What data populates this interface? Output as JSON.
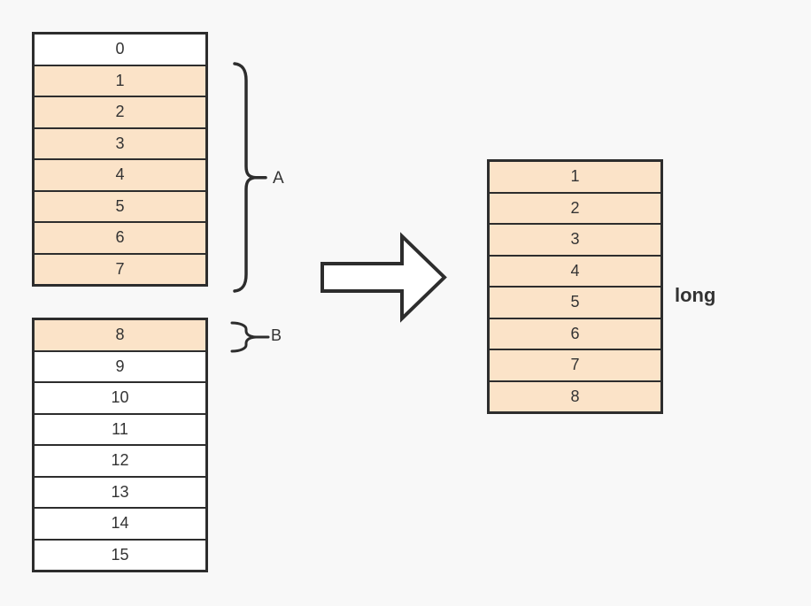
{
  "diagram": {
    "colors": {
      "background": "#f8f8f8",
      "highlight_fill": "#fbe3c8",
      "plain_fill": "#ffffff",
      "line": "#2d2d2d",
      "text": "#333333"
    },
    "tables": {
      "top_left": {
        "rows": [
          {
            "label": "0",
            "highlight": false
          },
          {
            "label": "1",
            "highlight": true
          },
          {
            "label": "2",
            "highlight": true
          },
          {
            "label": "3",
            "highlight": true
          },
          {
            "label": "4",
            "highlight": true
          },
          {
            "label": "5",
            "highlight": true
          },
          {
            "label": "6",
            "highlight": true
          },
          {
            "label": "7",
            "highlight": true
          }
        ]
      },
      "bottom_left": {
        "rows": [
          {
            "label": "8",
            "highlight": true
          },
          {
            "label": "9",
            "highlight": false
          },
          {
            "label": "10",
            "highlight": false
          },
          {
            "label": "11",
            "highlight": false
          },
          {
            "label": "12",
            "highlight": false
          },
          {
            "label": "13",
            "highlight": false
          },
          {
            "label": "14",
            "highlight": false
          },
          {
            "label": "15",
            "highlight": false
          }
        ]
      },
      "right": {
        "rows": [
          {
            "label": "1",
            "highlight": true
          },
          {
            "label": "2",
            "highlight": true
          },
          {
            "label": "3",
            "highlight": true
          },
          {
            "label": "4",
            "highlight": true
          },
          {
            "label": "5",
            "highlight": true
          },
          {
            "label": "6",
            "highlight": true
          },
          {
            "label": "7",
            "highlight": true
          },
          {
            "label": "8",
            "highlight": true
          }
        ],
        "caption": "long"
      }
    },
    "braces": {
      "a": {
        "label": "A"
      },
      "b": {
        "label": "B"
      }
    }
  }
}
